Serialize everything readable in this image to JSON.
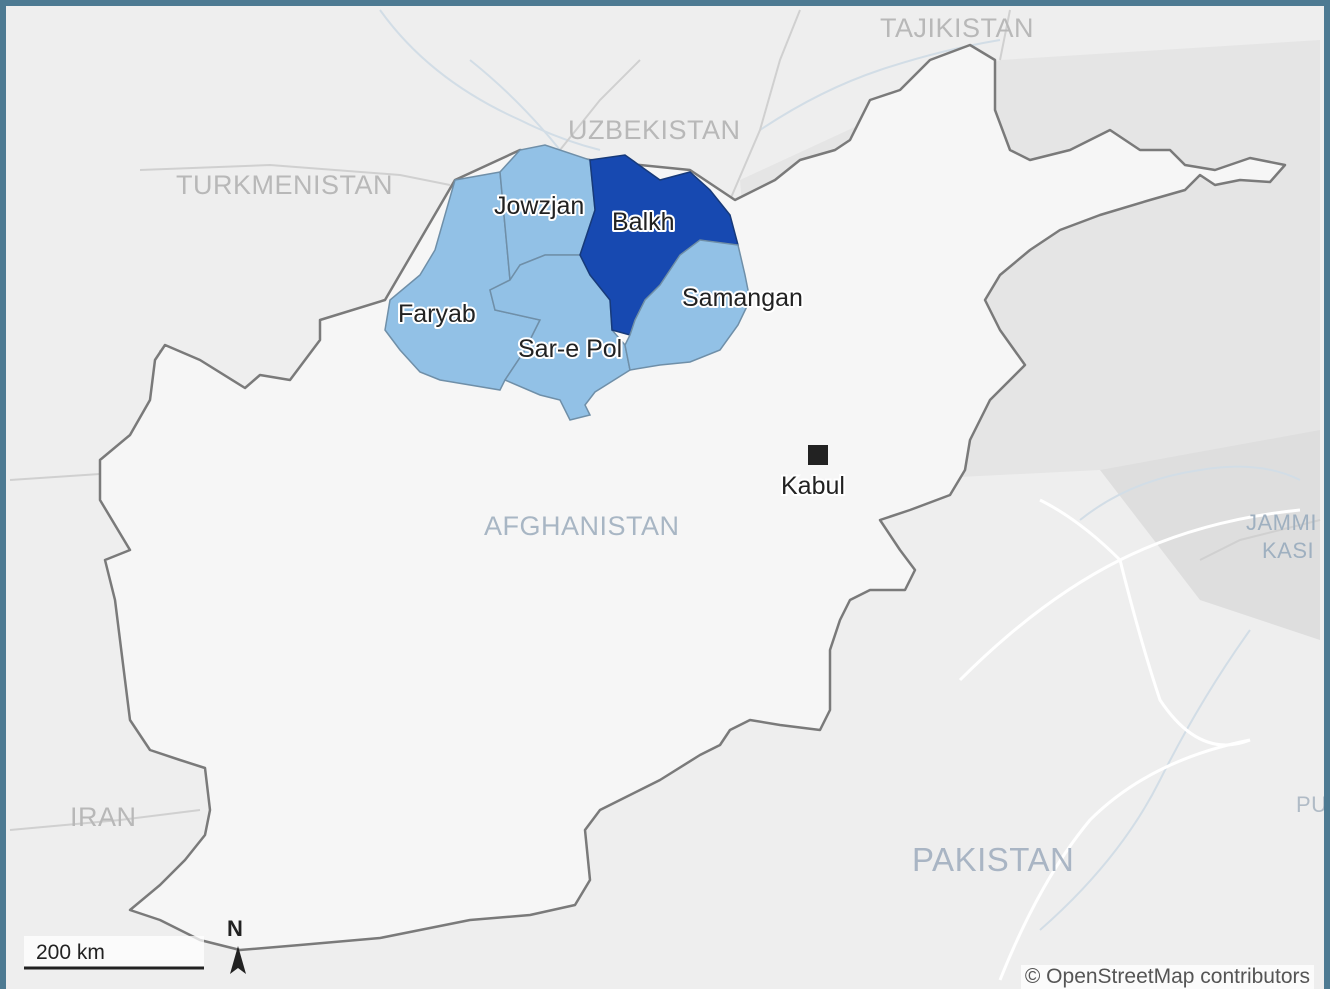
{
  "map": {
    "countries": {
      "tajikistan": "TAJIKISTAN",
      "uzbekistan": "UZBEKISTAN",
      "turkmenistan": "TURKMENISTAN",
      "afghanistan": "AFGHANISTAN",
      "iran": "IRAN",
      "pakistan": "PAKISTAN",
      "jammu_line1": "JAMMI",
      "jammu_line2": "KASI",
      "pu": "PU"
    },
    "provinces": {
      "jowzjan": "Jowzjan",
      "balkh": "Balkh",
      "faryab": "Faryab",
      "samangan": "Samangan",
      "sar_e_pol": "Sar-e Pol"
    },
    "province_colors": {
      "light": "#92c1e6",
      "dark": "#1749b1"
    },
    "city": {
      "name": "Kabul"
    },
    "scale_bar": {
      "label": "200 km"
    },
    "north_arrow": {
      "label": "N"
    },
    "attribution": "© OpenStreetMap contributors"
  }
}
